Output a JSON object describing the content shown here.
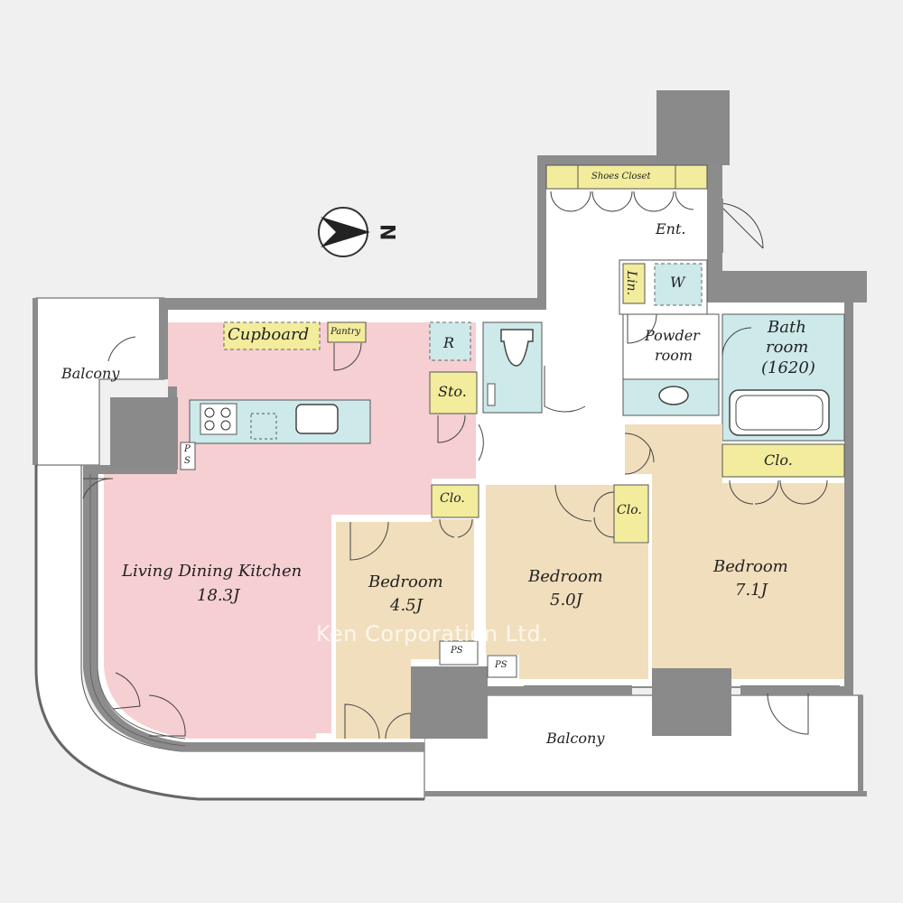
{
  "rooms": {
    "ldk": {
      "name": "Living Dining Kitchen",
      "size": "18.3J"
    },
    "bedroom1": {
      "name": "Bedroom",
      "size": "4.5J"
    },
    "bedroom2": {
      "name": "Bedroom",
      "size": "5.0J"
    },
    "bedroom3": {
      "name": "Bedroom",
      "size": "7.1J"
    },
    "bath": {
      "line1": "Bath",
      "line2": "room",
      "line3": "(1620)"
    },
    "powder": {
      "line1": "Powder",
      "line2": "room"
    },
    "balcony_left": "Balcony",
    "balcony_bottom": "Balcony"
  },
  "fixtures": {
    "cupboard": "Cupboard",
    "pantry": "Pantry",
    "fridge": "R",
    "storage": "Sto.",
    "closet": "Clo.",
    "shoes_closet": "Shoes Closet",
    "entrance": "Ent.",
    "linen": "Lin.",
    "washer": "W",
    "ps": "PS",
    "ps_vertical": [
      "P",
      "S"
    ]
  },
  "compass": {
    "label": "N"
  },
  "watermark": "Ken Corporation Ltd.",
  "colors": {
    "wall": "#8c8c8c",
    "pillar": "#8a8a8a",
    "ldk": "#f6cfd2",
    "bedroom": "#f1debc",
    "wet": "#cde9ea",
    "storage": "#f2ec9c",
    "floor_white": "#ffffff",
    "outside": "#f0f0f0"
  }
}
